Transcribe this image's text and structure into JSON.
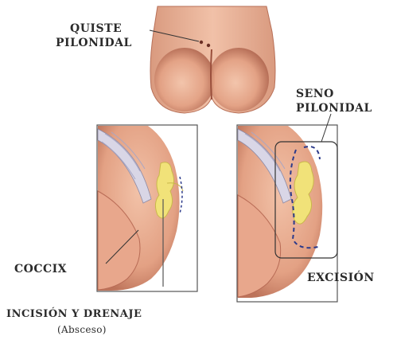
{
  "labels": {
    "quiste_line1": "QUISTE",
    "quiste_line2": "PILONIDAL",
    "seno_line1": "SENO",
    "seno_line2": "PILONIDAL",
    "coccix": "COCCIX",
    "excision": "EXCISIÓN",
    "incision": "INCISIÓN Y DRENAJE",
    "incision_sub": "(Absceso)"
  },
  "colors": {
    "skin": "#e8a78c",
    "skin_shadow": "#b86b55",
    "cyst": "#f1e279",
    "tissue": "#d9d6e6",
    "dashed_line": "#2c3a8a"
  }
}
